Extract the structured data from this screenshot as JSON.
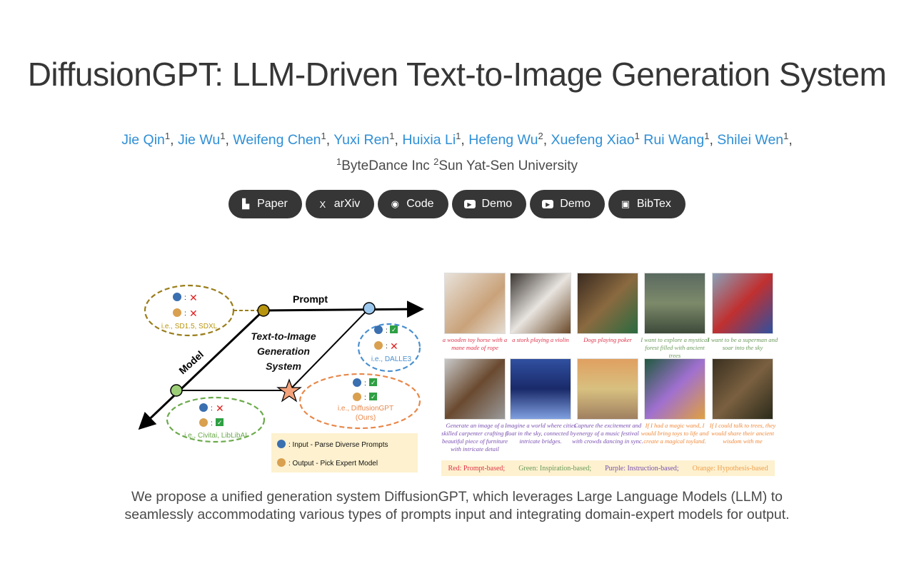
{
  "title": "DiffusionGPT: LLM-Driven Text-to-Image Generation System",
  "authors": [
    {
      "name": "Jie Qin",
      "sup": "1",
      "sep": ", "
    },
    {
      "name": "Jie Wu",
      "sup": "1",
      "sep": ", "
    },
    {
      "name": "Weifeng Chen",
      "sup": "1",
      "sep": ", "
    },
    {
      "name": "Yuxi Ren",
      "sup": "1",
      "sep": ", "
    },
    {
      "name": "Huixia Li",
      "sup": "1",
      "sep": ", "
    },
    {
      "name": "Hefeng Wu",
      "sup": "2",
      "sep": ", "
    },
    {
      "name": "Xuefeng Xiao",
      "sup": "1",
      "sep": " "
    },
    {
      "name": "Rui Wang",
      "sup": "1",
      "sep": ", "
    },
    {
      "name": "Shilei Wen",
      "sup": "1",
      "sep": ","
    }
  ],
  "affiliations": [
    {
      "sup": "1",
      "name": "ByteDance Inc "
    },
    {
      "sup": "2",
      "name": "Sun Yat-Sen University"
    }
  ],
  "buttons": [
    {
      "label": "Paper",
      "icon": "pdf-icon"
    },
    {
      "label": "arXiv",
      "icon": "arxiv-icon"
    },
    {
      "label": "Code",
      "icon": "github-icon"
    },
    {
      "label": "Demo",
      "icon": "youtube-icon"
    },
    {
      "label": "Demo",
      "icon": "youtube-icon"
    },
    {
      "label": "BibTex",
      "icon": "images-icon"
    }
  ],
  "diagram": {
    "prompt_axis": "Prompt",
    "model_axis": "Model",
    "center": [
      "Text-to-Image",
      "Generation",
      "System"
    ],
    "examples": {
      "sd": "i.e., SD1.5, SDXL",
      "dalle": "i.e., DALLE3",
      "civitai": "i.e., Civitai, LibLibAI",
      "ours": "i.e., DiffusionGPT",
      "ours2": "(Ours)"
    },
    "legend_input": ": Input - Parse Diverse Prompts",
    "legend_output": ": Output - Pick Expert Model"
  },
  "gallery": [
    {
      "caption": "a wooden toy horse with a mane made of rope",
      "color": "#e0334a"
    },
    {
      "caption": "a stork playing a violin",
      "color": "#e0334a"
    },
    {
      "caption": "Dogs playing poker",
      "color": "#e0334a"
    },
    {
      "caption": "I want to explore a mystical forest filled with ancient trees",
      "color": "#6a9a5a"
    },
    {
      "caption": "I want to be a superman and soar into the sky",
      "color": "#6a9a5a"
    },
    {
      "caption": "Generate an image of a skilled carpenter crafting a beautiful piece of furniture with intricate detail",
      "color": "#7a4fb0"
    },
    {
      "caption": "Imagine a world where cities float in the sky, connected by intricate bridges.",
      "color": "#7a4fb0"
    },
    {
      "caption": "Capture the excitement and energy of a music festival with crowds dancing in sync.",
      "color": "#7a4fb0"
    },
    {
      "caption": "If I had a magic wand, I would bring toys to life and create a magical toyland.",
      "color": "#f08a3c"
    },
    {
      "caption": "If I could talk to trees, they would share their ancient wisdom with me",
      "color": "#f08a3c"
    }
  ],
  "legend": [
    {
      "label": "Red: Prompt-based;",
      "color": "#e0334a"
    },
    {
      "label": "Green: Inspiration-based;",
      "color": "#6a9a5a"
    },
    {
      "label": "Purple: Instruction-based;",
      "color": "#7a4fb0"
    },
    {
      "label": "Orange: Hypothesis-based",
      "color": "#f0a050"
    }
  ],
  "description": "We propose a unified generation system DiffusionGPT, which leverages Large Language Models (LLM) to seamlessly accommodating various types of prompts input and integrating domain-expert models for output."
}
